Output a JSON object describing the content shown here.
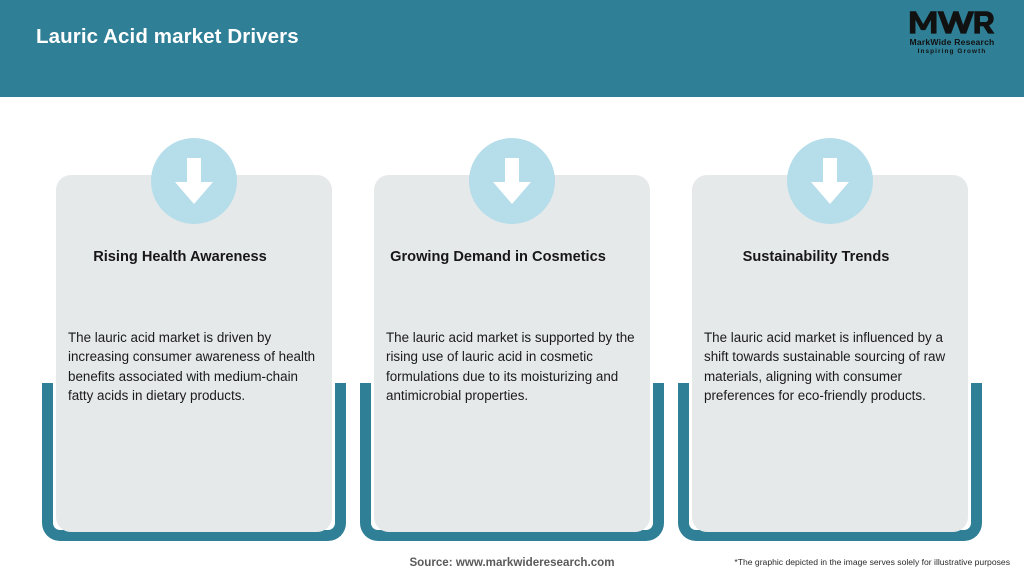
{
  "header": {
    "title": "Lauric Acid market Drivers",
    "background_color": "#2F7F96",
    "title_color": "#FFFFFF"
  },
  "logo": {
    "mark": "MWR",
    "name": "MarkWide Research",
    "tagline": "Inspiring Growth"
  },
  "theme": {
    "accent_teal": "#2F7F96",
    "panel_gray": "#E6E9EA",
    "badge_blue": "#B6DDEA",
    "arrow_white": "#FFFFFF"
  },
  "cards": [
    {
      "icon": "down-arrow-icon",
      "title": "Rising Health Awareness",
      "body": "The lauric acid market is driven by increasing consumer awareness of health benefits associated with medium-chain fatty acids in dietary products."
    },
    {
      "icon": "down-arrow-icon",
      "title": "Growing Demand in Cosmetics",
      "body": "The lauric acid market is supported by the rising use of lauric acid in cosmetic formulations due to its moisturizing and antimicrobial properties."
    },
    {
      "icon": "down-arrow-icon",
      "title": "Sustainability Trends",
      "body": "The lauric acid market is influenced by a shift towards sustainable sourcing of raw materials, aligning with consumer preferences for eco-friendly products."
    }
  ],
  "footer": {
    "source": "Source: www.markwideresearch.com",
    "disclaimer": "*The graphic depicted in the image serves solely for illustrative purposes"
  }
}
